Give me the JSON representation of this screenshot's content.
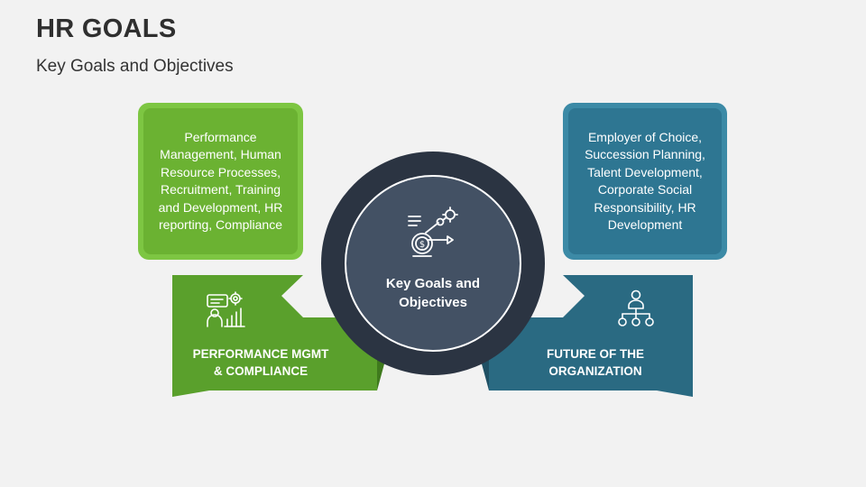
{
  "header": {
    "title": "HR GOALS",
    "subtitle": "Key Goals and Objectives"
  },
  "left": {
    "card_text": "Performance Management, Human Resource Processes, Recruitment, Training and Development, HR reporting, Compliance",
    "banner_label_line1": "PERFORMANCE MGMT",
    "banner_label_line2": "& COMPLIANCE",
    "icon": "performance-analytics-icon"
  },
  "right": {
    "card_text": "Employer of Choice, Succession Planning, Talent Development, Corporate Social Responsibility, HR Development",
    "banner_label_line1": "FUTURE OF THE",
    "banner_label_line2": "ORGANIZATION",
    "icon": "org-chart-icon"
  },
  "center": {
    "label_line1": "Key Goals and",
    "label_line2": "Objectives",
    "icon": "goal-target-icon"
  },
  "colors": {
    "green_light": "#7dc642",
    "green": "#6bb232",
    "green_banner": "#5aa02c",
    "green_dark": "#3f7a1d",
    "teal_light": "#3c8aa6",
    "teal": "#2e7692",
    "teal_banner": "#2a6a82",
    "teal_dark": "#1f5064",
    "circle_outer": "#2b3442",
    "circle_inner": "#435164",
    "background": "#f2f2f2"
  }
}
